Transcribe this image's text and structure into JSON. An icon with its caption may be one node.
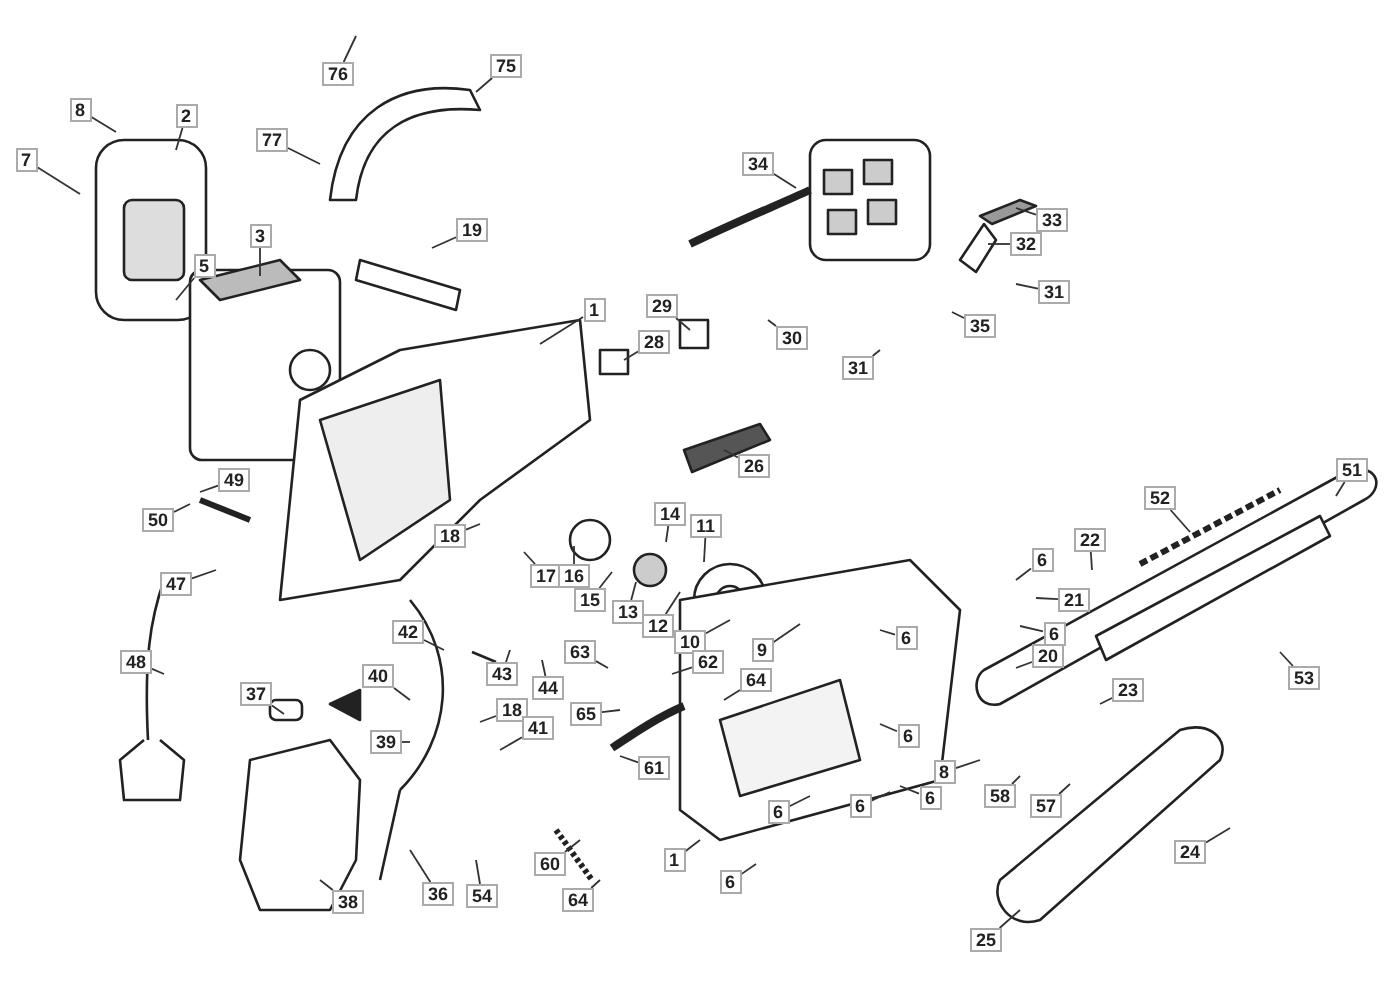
{
  "diagram": {
    "nodes": [
      {
        "text": [
          "76"
        ]
      },
      {
        "text": [
          "75"
        ]
      },
      {
        "text": [
          "8"
        ]
      },
      {
        "text": [
          "2"
        ]
      },
      {
        "text": [
          "7"
        ]
      },
      {
        "text": [
          "77"
        ]
      },
      {
        "text": [
          "34"
        ]
      },
      {
        "text": [
          "33"
        ]
      },
      {
        "text": [
          "3"
        ]
      },
      {
        "text": [
          "19"
        ]
      },
      {
        "text": [
          "32"
        ]
      },
      {
        "text": [
          "5"
        ]
      },
      {
        "text": [
          "31"
        ]
      },
      {
        "text": [
          "29"
        ]
      },
      {
        "text": [
          "1"
        ]
      },
      {
        "text": [
          "35"
        ]
      },
      {
        "text": [
          "30"
        ]
      },
      {
        "text": [
          "28"
        ]
      },
      {
        "text": [
          "31"
        ]
      },
      {
        "text": [
          "26"
        ]
      },
      {
        "text": [
          "51"
        ]
      },
      {
        "text": [
          "49"
        ]
      },
      {
        "text": [
          "14"
        ]
      },
      {
        "text": [
          "52"
        ]
      },
      {
        "text": [
          "50"
        ]
      },
      {
        "text": [
          "11"
        ]
      },
      {
        "text": [
          "18"
        ]
      },
      {
        "text": [
          "22"
        ]
      },
      {
        "text": [
          "6"
        ]
      },
      {
        "text": [
          "17"
        ]
      },
      {
        "text": [
          "16"
        ]
      },
      {
        "text": [
          "47"
        ]
      },
      {
        "text": [
          "15"
        ]
      },
      {
        "text": [
          "13"
        ]
      },
      {
        "text": [
          "21"
        ]
      },
      {
        "text": [
          "12"
        ]
      },
      {
        "text": [
          "42"
        ]
      },
      {
        "text": [
          "6"
        ]
      },
      {
        "text": [
          "6"
        ]
      },
      {
        "text": [
          "10"
        ]
      },
      {
        "text": [
          "9"
        ]
      },
      {
        "text": [
          "20"
        ]
      },
      {
        "text": [
          "48"
        ]
      },
      {
        "text": [
          "63"
        ]
      },
      {
        "text": [
          "62"
        ]
      },
      {
        "text": [
          "43"
        ]
      },
      {
        "text": [
          "40"
        ]
      },
      {
        "text": [
          "64"
        ]
      },
      {
        "text": [
          "53"
        ]
      },
      {
        "text": [
          "44"
        ]
      },
      {
        "text": [
          "23"
        ]
      },
      {
        "text": [
          "37"
        ]
      },
      {
        "text": [
          "18"
        ]
      },
      {
        "text": [
          "65"
        ]
      },
      {
        "text": [
          "41"
        ]
      },
      {
        "text": [
          "6"
        ]
      },
      {
        "text": [
          "39"
        ]
      },
      {
        "text": [
          "61"
        ]
      },
      {
        "text": [
          "8"
        ]
      },
      {
        "text": [
          "58"
        ]
      },
      {
        "text": [
          "6"
        ]
      },
      {
        "text": [
          "57"
        ]
      },
      {
        "text": [
          "6"
        ]
      },
      {
        "text": [
          "6"
        ]
      },
      {
        "text": [
          "24"
        ]
      },
      {
        "text": [
          "1"
        ]
      },
      {
        "text": [
          "60"
        ]
      },
      {
        "text": [
          "6"
        ]
      },
      {
        "text": [
          "38"
        ]
      },
      {
        "text": [
          "36"
        ]
      },
      {
        "text": [
          "54"
        ]
      },
      {
        "text": [
          "64"
        ]
      },
      {
        "text": [
          "25"
        ]
      }
    ],
    "edges": [
      {
        "from": 0,
        "to": null,
        "arrow": "none"
      },
      {
        "from": 1,
        "to": null,
        "arrow": "none"
      },
      {
        "from": 2,
        "to": null,
        "arrow": "none"
      },
      {
        "from": 3,
        "to": null,
        "arrow": "none"
      },
      {
        "from": 4,
        "to": null,
        "arrow": "none"
      },
      {
        "from": 5,
        "to": null,
        "arrow": "none"
      },
      {
        "from": 6,
        "to": null,
        "arrow": "none"
      },
      {
        "from": 7,
        "to": null,
        "arrow": "none"
      },
      {
        "from": 8,
        "to": null,
        "arrow": "none"
      },
      {
        "from": 9,
        "to": null,
        "arrow": "none"
      },
      {
        "from": 10,
        "to": null,
        "arrow": "none"
      },
      {
        "from": 11,
        "to": null,
        "arrow": "none"
      },
      {
        "from": 12,
        "to": null,
        "arrow": "none"
      },
      {
        "from": 13,
        "to": null,
        "arrow": "none"
      },
      {
        "from": 14,
        "to": null,
        "arrow": "none"
      },
      {
        "from": 15,
        "to": null,
        "arrow": "none"
      },
      {
        "from": 16,
        "to": null,
        "arrow": "none"
      },
      {
        "from": 17,
        "to": null,
        "arrow": "none"
      },
      {
        "from": 18,
        "to": null,
        "arrow": "none"
      },
      {
        "from": 19,
        "to": null,
        "arrow": "none"
      },
      {
        "from": 20,
        "to": null,
        "arrow": "none"
      },
      {
        "from": 21,
        "to": null,
        "arrow": "none"
      },
      {
        "from": 22,
        "to": null,
        "arrow": "none"
      },
      {
        "from": 23,
        "to": null,
        "arrow": "none"
      },
      {
        "from": 24,
        "to": null,
        "arrow": "none"
      },
      {
        "from": 25,
        "to": null,
        "arrow": "none"
      },
      {
        "from": 26,
        "to": null,
        "arrow": "none"
      },
      {
        "from": 27,
        "to": null,
        "arrow": "none"
      },
      {
        "from": 28,
        "to": null,
        "arrow": "none"
      },
      {
        "from": 29,
        "to": null,
        "arrow": "none"
      },
      {
        "from": 30,
        "to": null,
        "arrow": "none"
      },
      {
        "from": 31,
        "to": null,
        "arrow": "none"
      },
      {
        "from": 32,
        "to": null,
        "arrow": "none"
      },
      {
        "from": 33,
        "to": null,
        "arrow": "none"
      },
      {
        "from": 34,
        "to": null,
        "arrow": "none"
      },
      {
        "from": 35,
        "to": null,
        "arrow": "none"
      },
      {
        "from": 36,
        "to": null,
        "arrow": "none"
      },
      {
        "from": 37,
        "to": null,
        "arrow": "none"
      },
      {
        "from": 38,
        "to": null,
        "arrow": "none"
      },
      {
        "from": 39,
        "to": null,
        "arrow": "none"
      },
      {
        "from": 40,
        "to": null,
        "arrow": "none"
      },
      {
        "from": 41,
        "to": null,
        "arrow": "none"
      },
      {
        "from": 42,
        "to": null,
        "arrow": "none"
      },
      {
        "from": 43,
        "to": null,
        "arrow": "none"
      },
      {
        "from": 44,
        "to": null,
        "arrow": "none"
      },
      {
        "from": 45,
        "to": null,
        "arrow": "none"
      },
      {
        "from": 46,
        "to": null,
        "arrow": "none"
      },
      {
        "from": 47,
        "to": null,
        "arrow": "none"
      },
      {
        "from": 48,
        "to": null,
        "arrow": "none"
      },
      {
        "from": 49,
        "to": null,
        "arrow": "none"
      },
      {
        "from": 50,
        "to": null,
        "arrow": "none"
      },
      {
        "from": 51,
        "to": null,
        "arrow": "none"
      },
      {
        "from": 52,
        "to": null,
        "arrow": "none"
      },
      {
        "from": 53,
        "to": null,
        "arrow": "none"
      },
      {
        "from": 54,
        "to": null,
        "arrow": "none"
      },
      {
        "from": 55,
        "to": null,
        "arrow": "none"
      },
      {
        "from": 56,
        "to": null,
        "arrow": "none"
      },
      {
        "from": 57,
        "to": null,
        "arrow": "none"
      },
      {
        "from": 58,
        "to": null,
        "arrow": "none"
      },
      {
        "from": 59,
        "to": null,
        "arrow": "none"
      },
      {
        "from": 60,
        "to": null,
        "arrow": "none"
      },
      {
        "from": 61,
        "to": null,
        "arrow": "none"
      },
      {
        "from": 62,
        "to": null,
        "arrow": "none"
      },
      {
        "from": 63,
        "to": null,
        "arrow": "none"
      },
      {
        "from": 64,
        "to": null,
        "arrow": "none"
      },
      {
        "from": 65,
        "to": null,
        "arrow": "none"
      },
      {
        "from": 66,
        "to": null,
        "arrow": "none"
      },
      {
        "from": 67,
        "to": null,
        "arrow": "none"
      },
      {
        "from": 68,
        "to": null,
        "arrow": "none"
      },
      {
        "from": 69,
        "to": null,
        "arrow": "none"
      },
      {
        "from": 70,
        "to": null,
        "arrow": "none"
      },
      {
        "from": 71,
        "to": null,
        "arrow": "none"
      },
      {
        "from": 72,
        "to": null,
        "arrow": "none"
      }
    ]
  }
}
